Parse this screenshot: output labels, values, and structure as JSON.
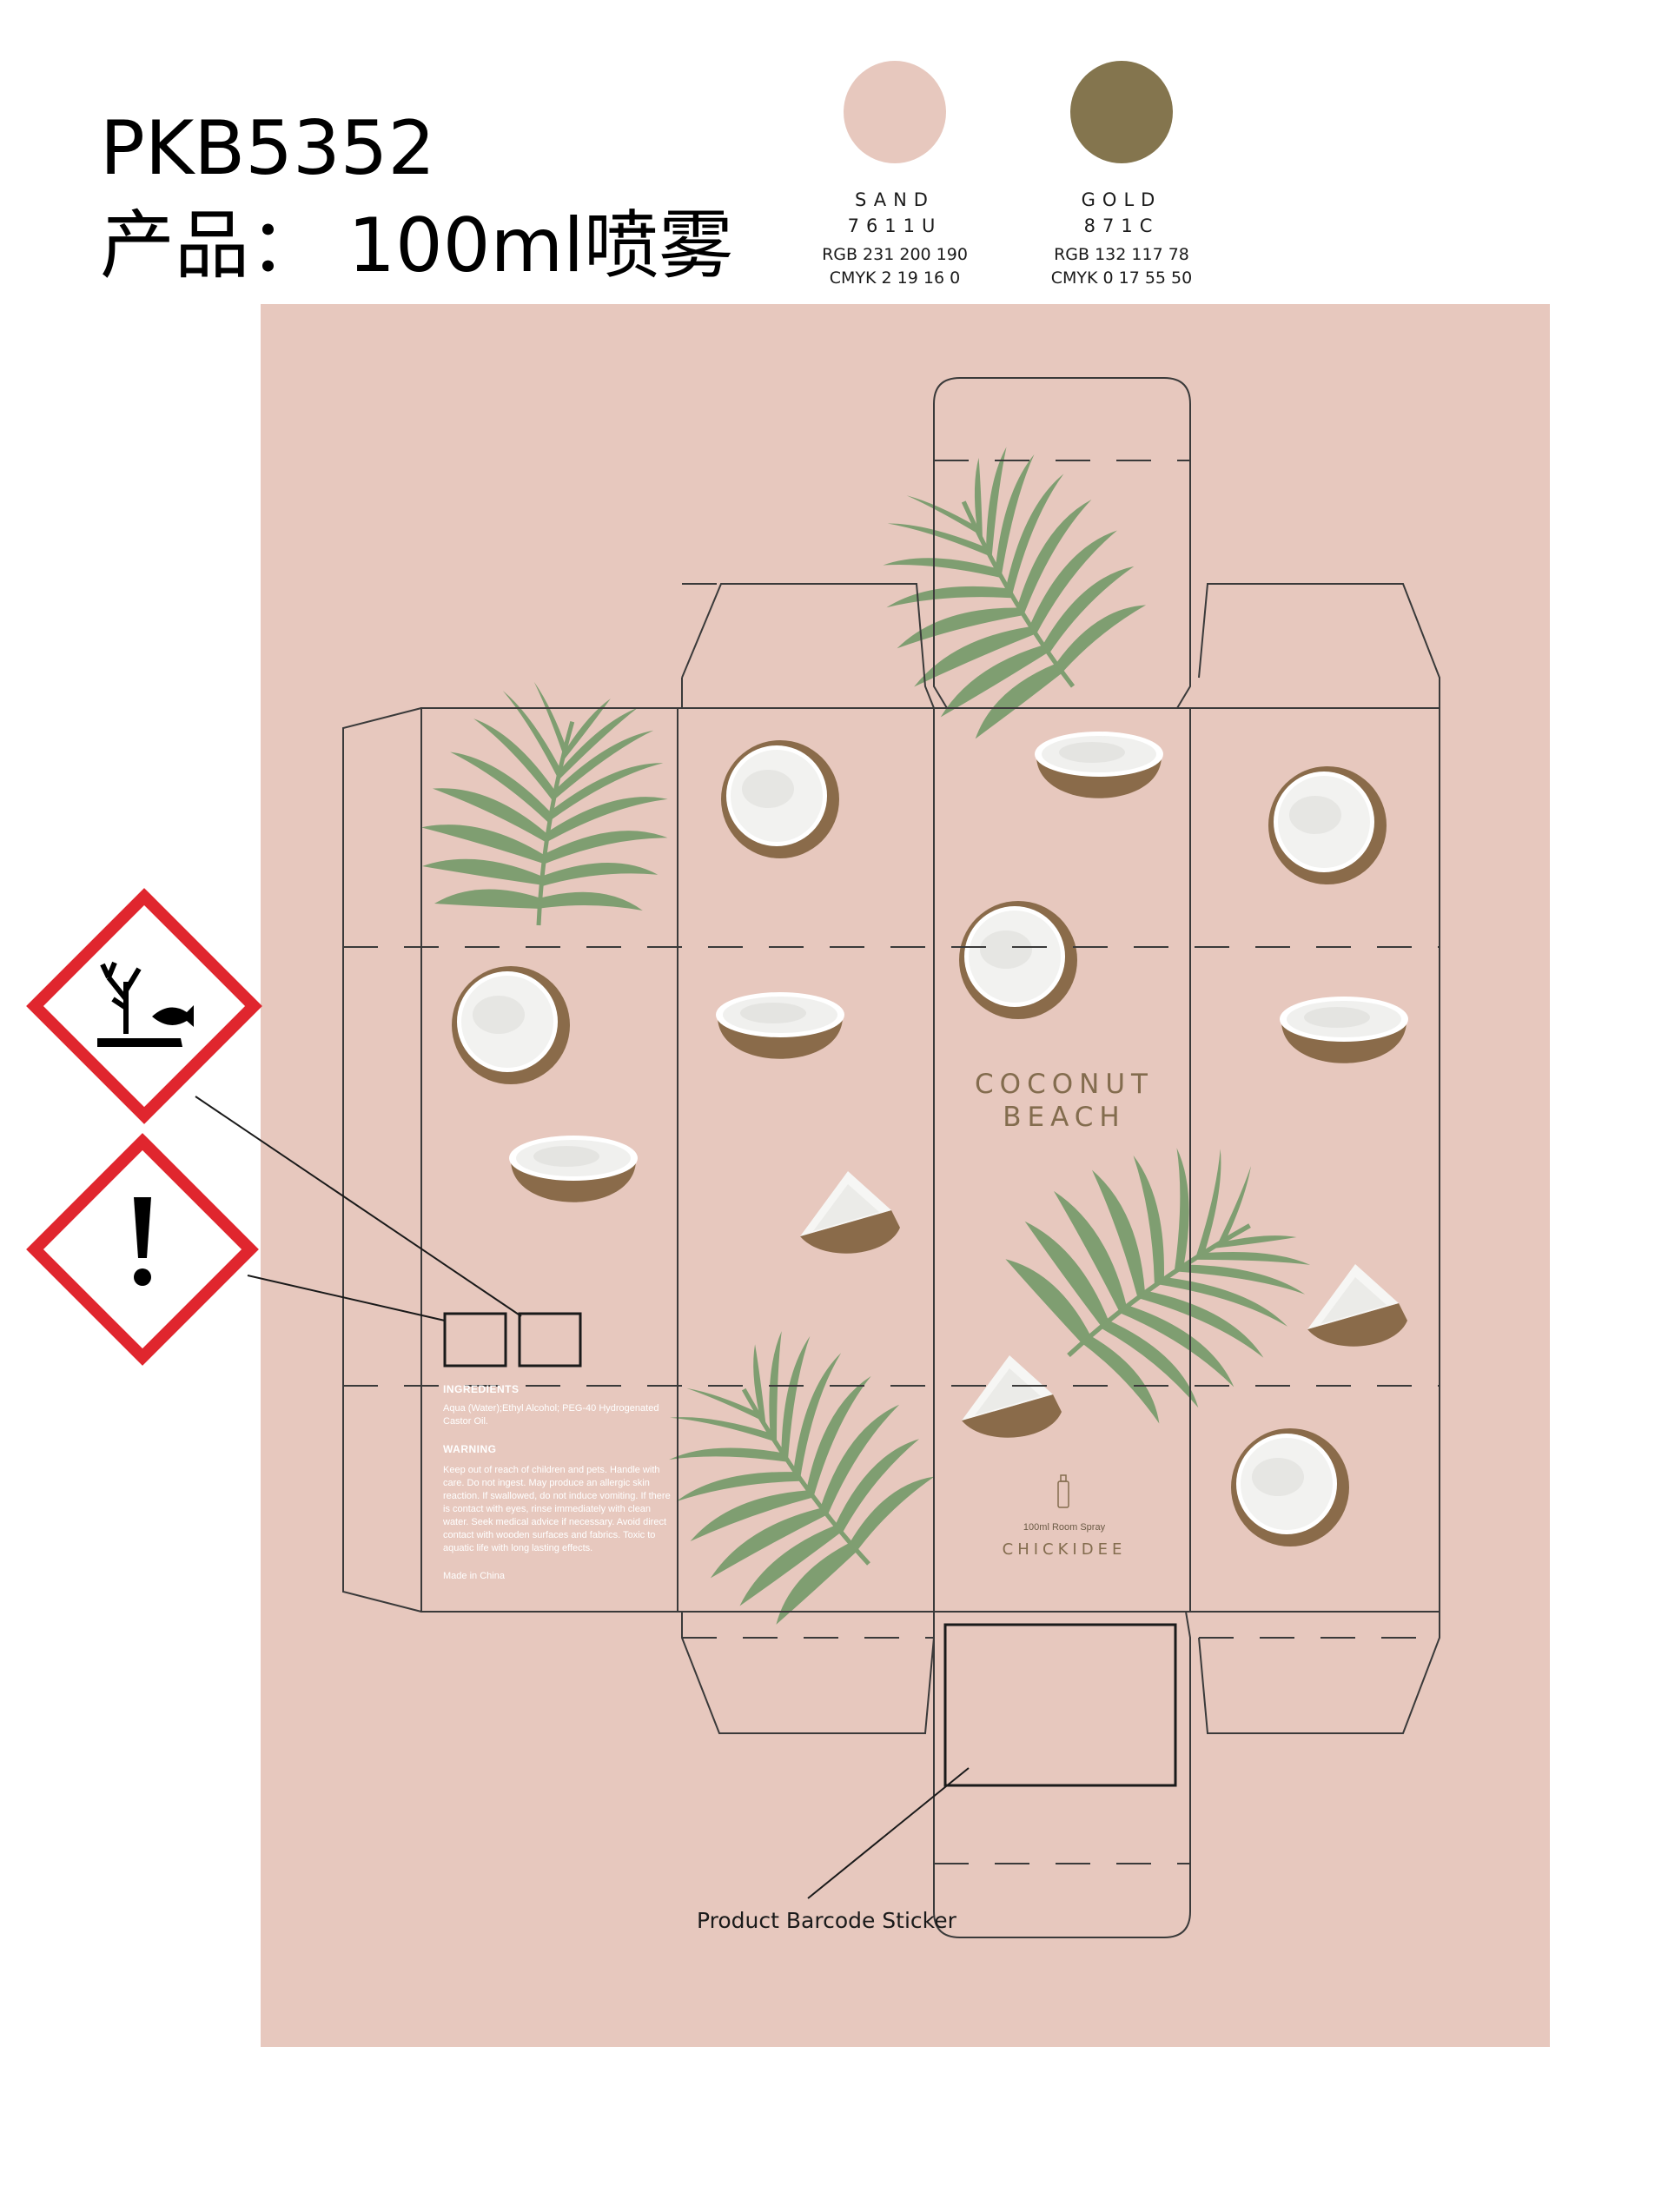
{
  "header": {
    "code": "PKB5352",
    "product_line": "产品：  100ml喷雾"
  },
  "colors": {
    "swatches": [
      {
        "name": "SAND",
        "code": "7611U",
        "rgb": "RGB 231 200 190",
        "cmyk": "CMYK 2 19 16 0",
        "hex": "#e7c8be"
      },
      {
        "name": "GOLD",
        "code": "871C",
        "rgb": "RGB 132 117 78",
        "cmyk": "CMYK 0 17 55 50",
        "hex": "#84754e"
      }
    ],
    "leaf": "#7f9e71",
    "shell": "#8a6b4a",
    "dieline": "#3a3a3a"
  },
  "box": {
    "title_line1": "COCONUT",
    "title_line2": "BEACH",
    "size_label": "100ml Room Spray",
    "brand": "CHICKIDEE",
    "ingredients_heading": "INGREDIENTS",
    "ingredients_text": "Aqua (Water);Ethyl Alcohol; PEG-40 Hydrogenated Castor Oil.",
    "warning_heading": "WARNING",
    "warning_text": "Keep out of reach of children and pets. Handle with care. Do not ingest. May produce an allergic skin reaction. If swallowed, do not induce vomiting. If there is contact with eyes, rinse immediately with clean water. Seek medical advice if necessary. Avoid direct contact with wooden surfaces and fabrics. Toxic to aquatic life with long lasting effects.",
    "made_in": "Made in China"
  },
  "annotations": {
    "barcode_label": "Product Barcode Sticker",
    "hazard_icons": [
      "environment-hazard-icon",
      "exclamation-hazard-icon"
    ]
  }
}
